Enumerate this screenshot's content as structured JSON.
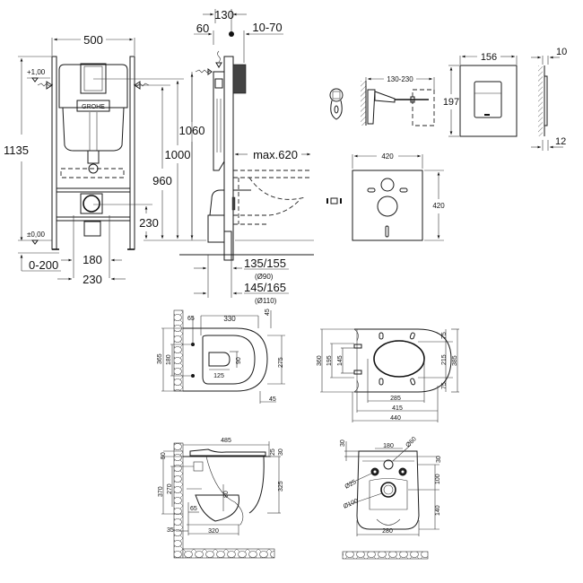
{
  "frame_view": {
    "width": "500",
    "height_total": "1135",
    "level_top": "+1,00",
    "level_floor": "±0,00",
    "adj_floor": "0-200",
    "bottom_inner": "180",
    "bottom_outer": "230",
    "outlet_height": "230",
    "h_960": "960",
    "h_1000": "1000",
    "brand": "GROHE"
  },
  "side_view": {
    "depth": "130",
    "offset_60": "60",
    "offset_10_70": "10-70",
    "h_1060": "1060",
    "max_projection": "max.620",
    "pipe_90": "135/155",
    "pipe_90_dia": "(Ø90)",
    "pipe_110": "145/165",
    "pipe_110_dia": "(Ø110)"
  },
  "accessories": {
    "bolt_range": "130-230",
    "plate_width": "156",
    "plate_height": "197",
    "plate_depth_top": "10",
    "plate_depth_bottom": "12",
    "mat_width": "420",
    "mat_height": "420"
  },
  "bowl_top": {
    "d65": "65",
    "d330": "330",
    "d45_top": "45",
    "d365": "365",
    "d180": "180",
    "d90": "90",
    "d125": "125",
    "d275": "275",
    "d45_bottom": "45"
  },
  "seat_top": {
    "d360": "360",
    "d195": "195",
    "d145": "145",
    "d75_top": "75",
    "d215": "215",
    "d385": "385",
    "d75_bottom": "75",
    "d285": "285",
    "d415": "415",
    "d440": "440"
  },
  "bowl_side": {
    "d485": "485",
    "d25": "25",
    "d30": "30",
    "d50": "50",
    "d370": "370",
    "d270": "270",
    "d80": "80",
    "d325": "325",
    "d65": "65",
    "d35": "35",
    "d320": "320"
  },
  "bowl_rear": {
    "d30_left": "30",
    "d180": "180",
    "d60": "Ø60",
    "d30_right": "30",
    "d25": "Ø25",
    "d100": "100",
    "d100_dia": "Ø100",
    "d140": "140",
    "d280": "280"
  }
}
